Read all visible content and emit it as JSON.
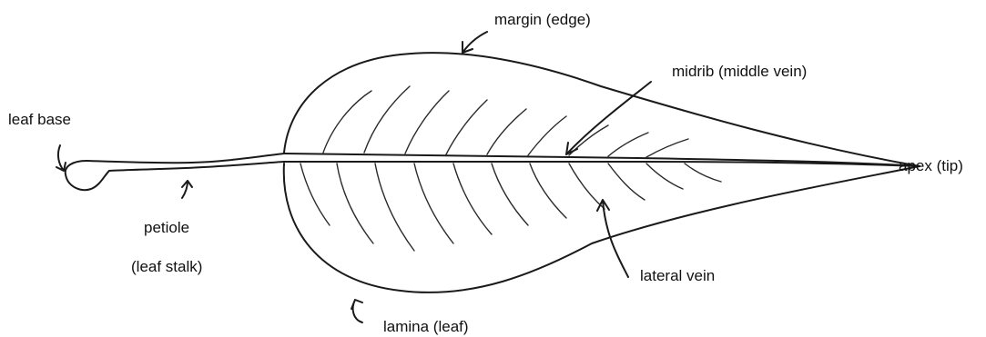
{
  "labels": {
    "margin": "margin (edge)",
    "midrib": "midrib (middle vein)",
    "leaf_base": "leaf base",
    "apex": "apex (tip)",
    "petiole": "petiole",
    "leaf_stalk": "(leaf stalk)",
    "lateral_vein": "lateral vein",
    "lamina": "lamina (leaf)"
  }
}
